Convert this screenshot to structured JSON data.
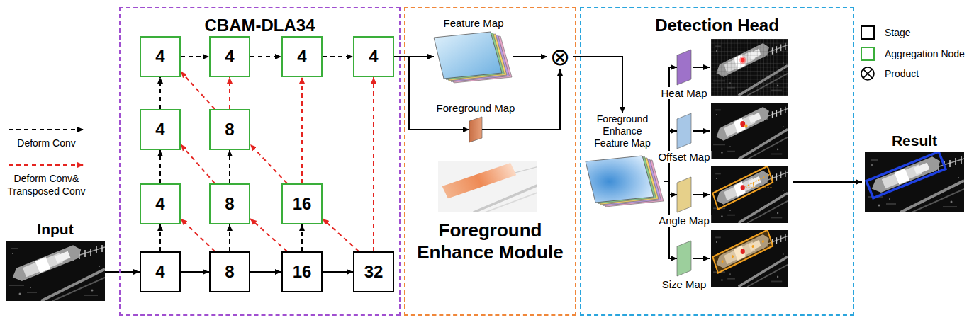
{
  "diagram": {
    "nodes": [
      {
        "text": [
          "Input"
        ]
      },
      {
        "text": [
          "CBAM-DLA34"
        ]
      },
      {
        "text": [
          "4"
        ],
        "in": 1
      },
      {
        "text": [
          "8"
        ],
        "in": 1
      },
      {
        "text": [
          "16"
        ],
        "in": 1
      },
      {
        "text": [
          "32"
        ],
        "in": 1
      },
      {
        "text": [
          "4"
        ],
        "in": 1
      },
      {
        "text": [
          "8"
        ],
        "in": 1
      },
      {
        "text": [
          "16"
        ],
        "in": 1
      },
      {
        "text": [
          "4"
        ],
        "in": 1
      },
      {
        "text": [
          "8"
        ],
        "in": 1
      },
      {
        "text": [
          "4"
        ],
        "in": 1
      },
      {
        "text": [
          "4"
        ],
        "in": 1
      },
      {
        "text": [
          "4"
        ],
        "in": 1
      },
      {
        "text": [
          "4"
        ],
        "in": 1
      },
      {
        "text": [
          "Foreground Enhance Module"
        ]
      },
      {
        "text": [
          "Feature Map"
        ],
        "in": 15
      },
      {
        "text": [
          "Foreground Map"
        ],
        "in": 15
      },
      {
        "text": [
          "⊗"
        ],
        "in": 15
      },
      {
        "text": [
          "Detection Head"
        ]
      },
      {
        "text": [
          "Foreground Enhance Feature Map"
        ],
        "in": 19
      },
      {
        "text": [
          "Heat Map"
        ],
        "in": 19
      },
      {
        "text": [
          "Offset Map"
        ],
        "in": 19
      },
      {
        "text": [
          "Angle Map"
        ],
        "in": 19
      },
      {
        "text": [
          "Size Map"
        ],
        "in": 19
      },
      {
        "text": [
          "Result"
        ]
      }
    ],
    "edges": [
      {
        "from": 0,
        "to": 2,
        "arrow": "to"
      },
      {
        "from": 2,
        "to": 3,
        "arrow": "to"
      },
      {
        "from": 3,
        "to": 4,
        "arrow": "to"
      },
      {
        "from": 4,
        "to": 5,
        "arrow": "to"
      },
      {
        "from": 2,
        "to": 6,
        "arrow": "to"
      },
      {
        "from": 6,
        "to": 9,
        "arrow": "to"
      },
      {
        "from": 9,
        "to": 11,
        "arrow": "to"
      },
      {
        "from": 3,
        "to": 7,
        "arrow": "to"
      },
      {
        "from": 7,
        "to": 10,
        "arrow": "to"
      },
      {
        "from": 4,
        "to": 8,
        "arrow": "to"
      },
      {
        "from": 11,
        "to": 12,
        "arrow": "to"
      },
      {
        "from": 12,
        "to": 13,
        "arrow": "to"
      },
      {
        "from": 13,
        "to": 14,
        "arrow": "to"
      },
      {
        "from": 3,
        "to": 6,
        "arrow": "to"
      },
      {
        "from": 4,
        "to": 7,
        "arrow": "to"
      },
      {
        "from": 5,
        "to": 8,
        "arrow": "to"
      },
      {
        "from": 7,
        "to": 9,
        "arrow": "to"
      },
      {
        "from": 8,
        "to": 10,
        "arrow": "to"
      },
      {
        "from": 8,
        "to": 13,
        "arrow": "to"
      },
      {
        "from": 10,
        "to": 11,
        "arrow": "to"
      },
      {
        "from": 10,
        "to": 12,
        "arrow": "to"
      },
      {
        "from": 5,
        "to": 14,
        "arrow": "to"
      },
      {
        "from": 14,
        "to": 16,
        "arrow": "to"
      },
      {
        "from": 14,
        "to": 17,
        "arrow": "to"
      },
      {
        "from": 16,
        "to": 18,
        "arrow": "to"
      },
      {
        "from": 17,
        "to": 18,
        "arrow": "to"
      },
      {
        "from": 18,
        "to": 20,
        "arrow": "to"
      },
      {
        "from": 20,
        "to": 21,
        "arrow": "to"
      },
      {
        "from": 20,
        "to": 22,
        "arrow": "to"
      },
      {
        "from": 20,
        "to": 23,
        "arrow": "to"
      },
      {
        "from": 20,
        "to": 24,
        "arrow": "to"
      }
    ],
    "legend": [
      {
        "text": "Deform Conv"
      },
      {
        "text": "Deform Conv& Transposed Conv"
      },
      {
        "text": "Stage"
      },
      {
        "text": "Aggregation Node"
      },
      {
        "text": "Product"
      }
    ]
  }
}
